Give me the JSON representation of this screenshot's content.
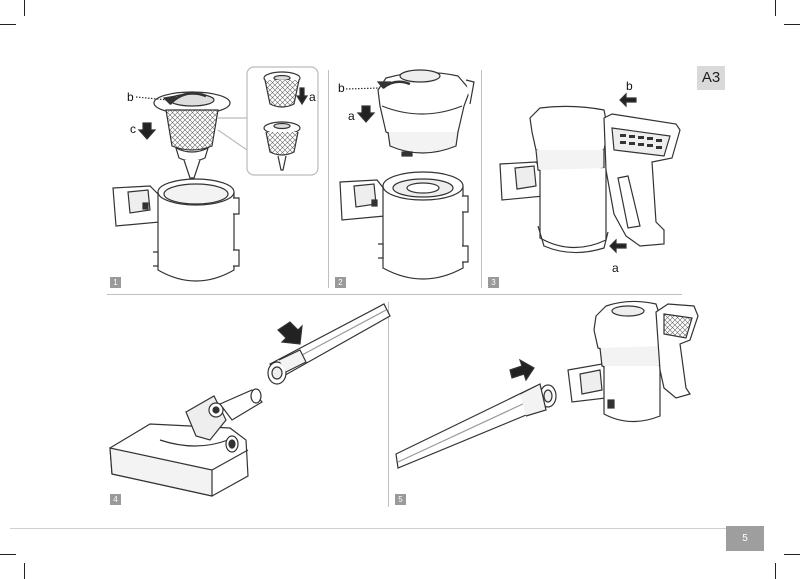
{
  "section_label": "A3",
  "page_number": "5",
  "panels": [
    {
      "number": "1",
      "callouts": {
        "a": "a",
        "b": "b",
        "c": "c"
      }
    },
    {
      "number": "2",
      "callouts": {
        "a": "a",
        "b": "b"
      }
    },
    {
      "number": "3",
      "callouts": {
        "a": "a",
        "b": "b"
      }
    },
    {
      "number": "4"
    },
    {
      "number": "5"
    }
  ]
}
